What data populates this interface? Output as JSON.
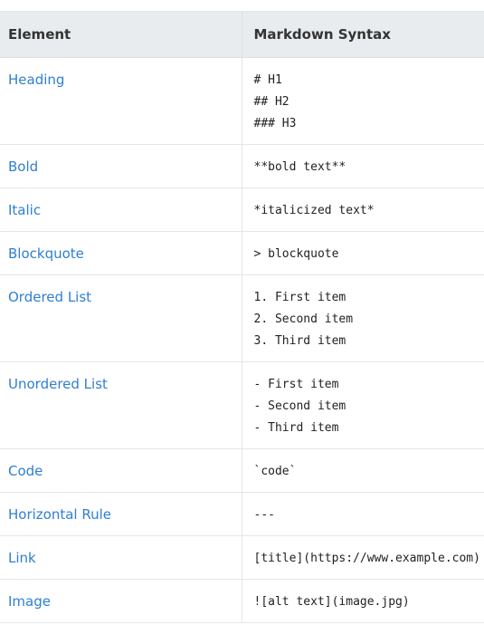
{
  "table": {
    "headers": {
      "element": "Element",
      "syntax": "Markdown Syntax"
    },
    "rows": [
      {
        "element": "Heading",
        "syntax": [
          "# H1",
          "## H2",
          "### H3"
        ]
      },
      {
        "element": "Bold",
        "syntax": [
          "**bold text**"
        ]
      },
      {
        "element": "Italic",
        "syntax": [
          "*italicized text*"
        ]
      },
      {
        "element": "Blockquote",
        "syntax": [
          "> blockquote"
        ]
      },
      {
        "element": "Ordered List",
        "syntax": [
          "1. First item",
          "2. Second item",
          "3. Third item"
        ]
      },
      {
        "element": "Unordered List",
        "syntax": [
          "- First item",
          "- Second item",
          "- Third item"
        ]
      },
      {
        "element": "Code",
        "syntax": [
          "`code`"
        ]
      },
      {
        "element": "Horizontal Rule",
        "syntax": [
          "---"
        ]
      },
      {
        "element": "Link",
        "syntax": [
          "[title](https://www.example.com)"
        ]
      },
      {
        "element": "Image",
        "syntax": [
          "![alt text](image.jpg)"
        ]
      }
    ]
  },
  "colors": {
    "header_bg": "#e9ecef",
    "link": "#2f7fd1",
    "border": "#e3e6ea"
  }
}
